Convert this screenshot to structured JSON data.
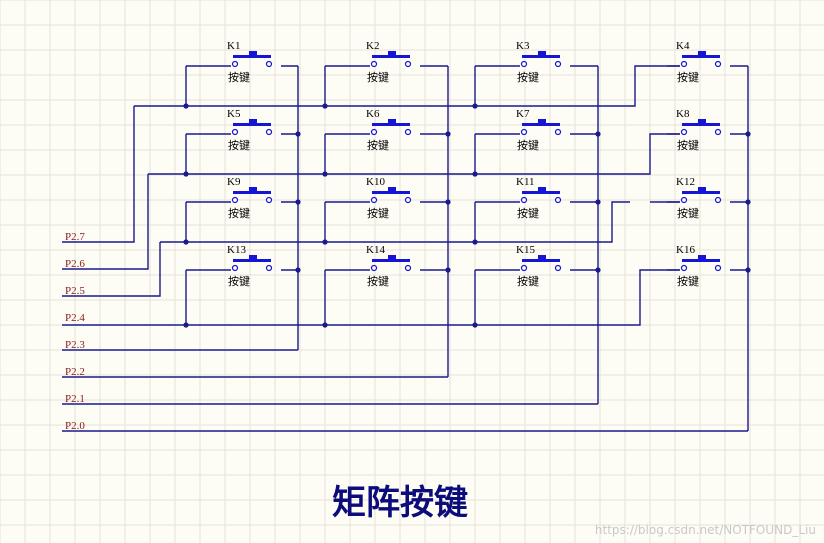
{
  "title": "矩阵按键",
  "watermark": "https://blog.csdn.net/NOTFOUND_Liu",
  "button_label": "按键",
  "keys": [
    "K1",
    "K2",
    "K3",
    "K4",
    "K5",
    "K6",
    "K7",
    "K8",
    "K9",
    "K10",
    "K11",
    "K12",
    "K13",
    "K14",
    "K15",
    "K16"
  ],
  "ports": [
    "P2.7",
    "P2.6",
    "P2.5",
    "P2.4",
    "P2.3",
    "P2.2",
    "P2.1",
    "P2.0"
  ],
  "colors": {
    "background": "#fdfcf5",
    "grid": "#e6e3d6",
    "wire": "#1a1a8e",
    "switch": "#1515d6",
    "port_label": "#8b1a1a",
    "title": "#0c0c7a"
  }
}
